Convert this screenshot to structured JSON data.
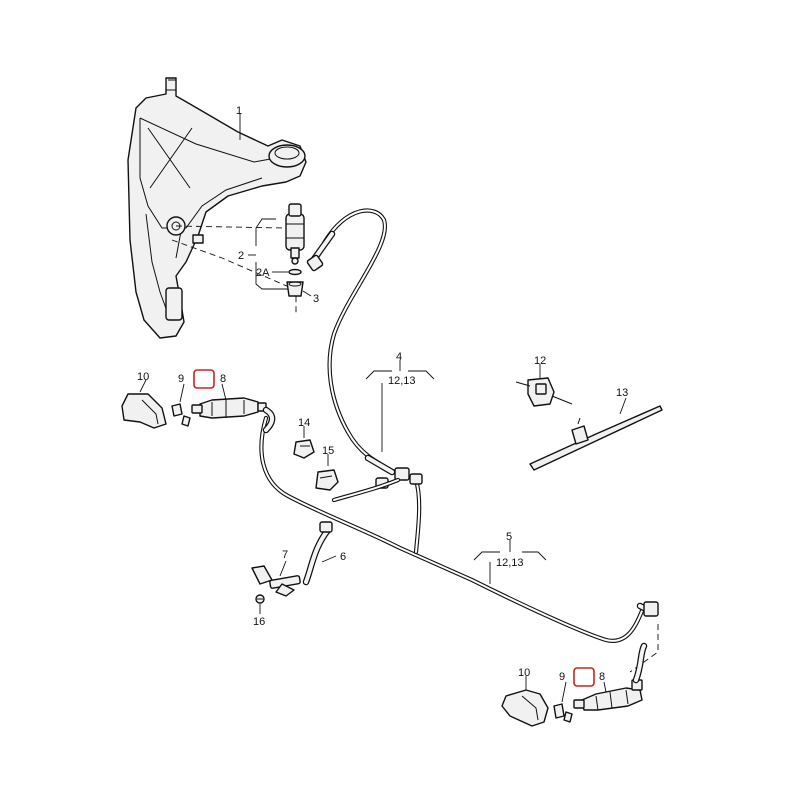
{
  "labels": {
    "tank": "1",
    "pump": "2",
    "seal": "2A",
    "grommet": "3",
    "hose_long": "4",
    "hose_long_ref": "12,13",
    "hose_cross": "5",
    "hose_cross_ref": "12,13",
    "hose_short": "6",
    "valve": "7",
    "nozzle_left": "8",
    "nozzle_right": "8",
    "clip_left": "9",
    "clip_right": "9",
    "cap_left": "10",
    "cap_right": "10",
    "clip_holder": "12",
    "cable_tie": "13",
    "connector": "14",
    "bracket": "15",
    "screw": "16"
  },
  "highlight_color": "#d22020"
}
